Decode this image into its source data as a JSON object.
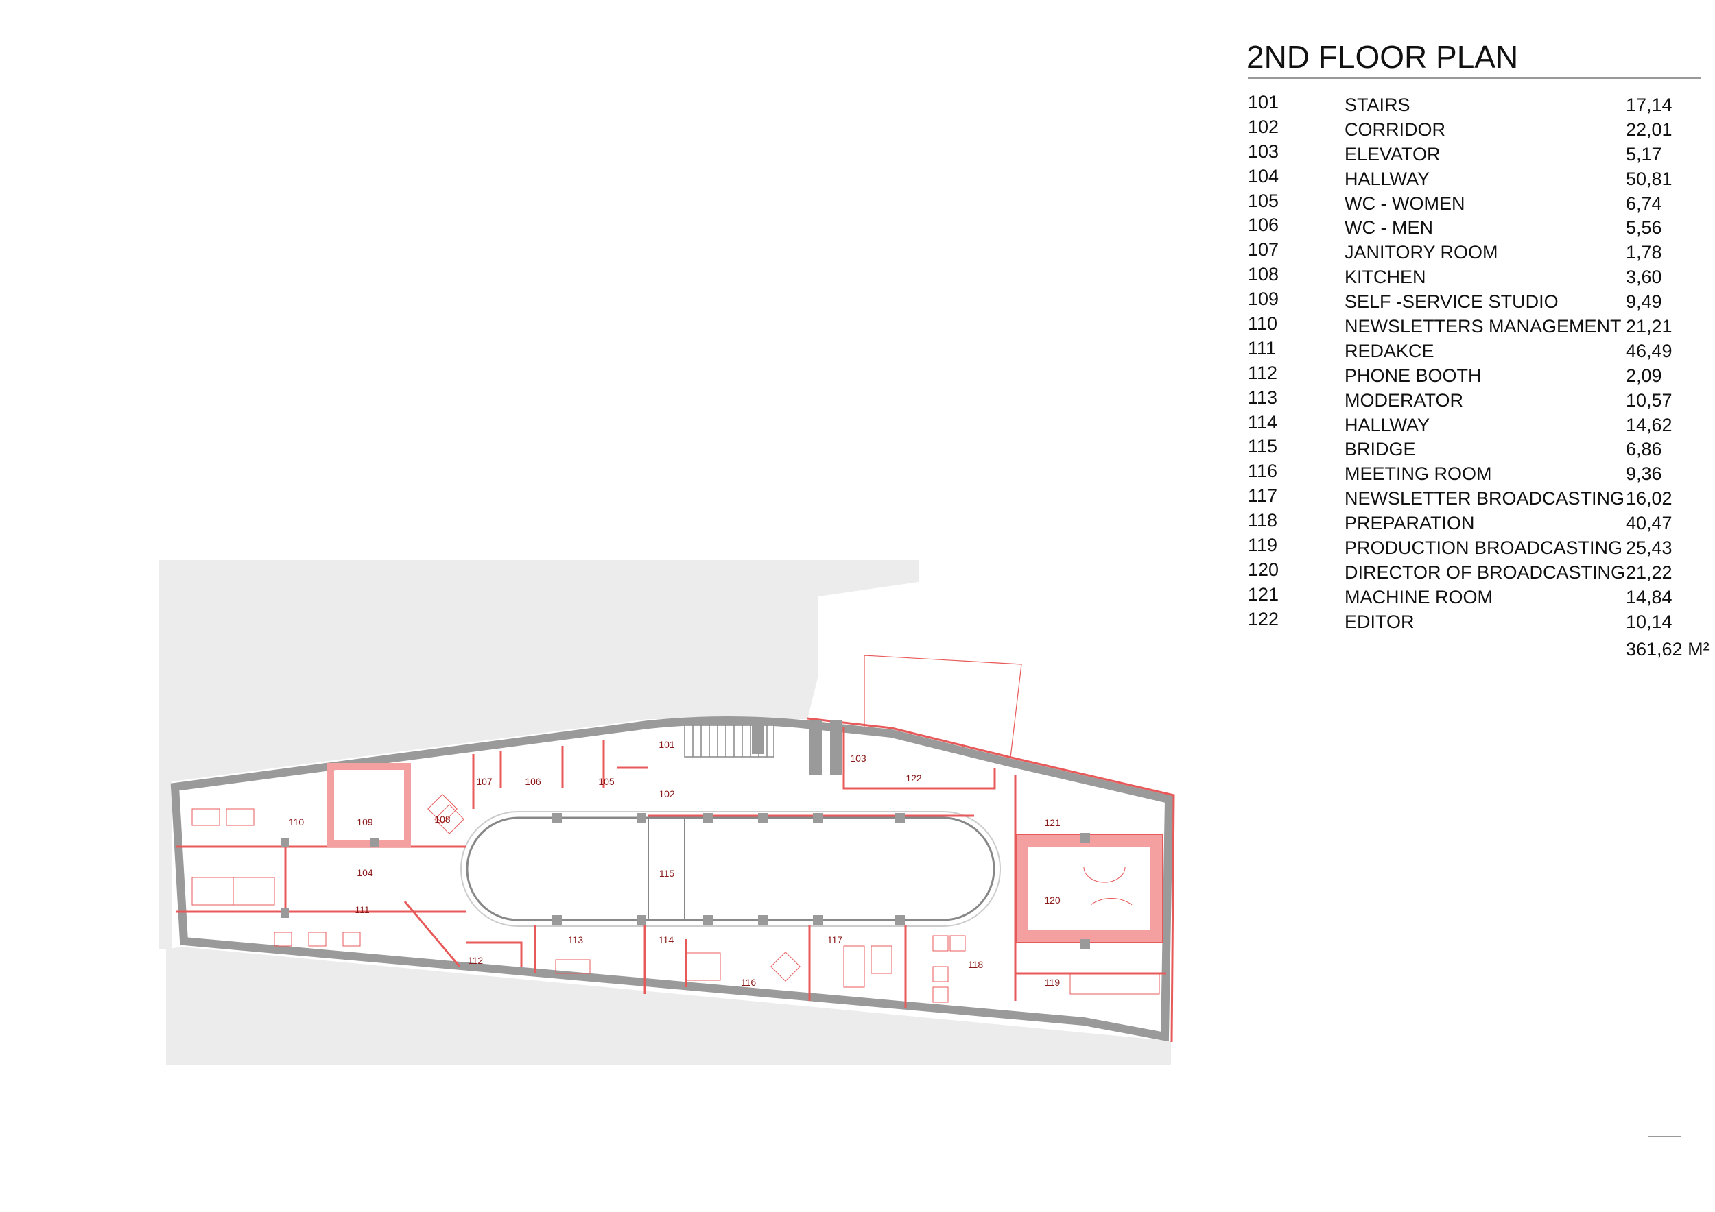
{
  "title": "2ND FLOOR PLAN",
  "rooms": [
    {
      "number": "101",
      "name": "STAIRS",
      "area": "17,14"
    },
    {
      "number": "102",
      "name": "CORRIDOR",
      "area": "22,01"
    },
    {
      "number": "103",
      "name": "ELEVATOR",
      "area": "5,17"
    },
    {
      "number": "104",
      "name": "HALLWAY",
      "area": "50,81"
    },
    {
      "number": "105",
      "name": "WC - WOMEN",
      "area": "6,74"
    },
    {
      "number": "106",
      "name": "WC - MEN",
      "area": "5,56"
    },
    {
      "number": "107",
      "name": "JANITORY ROOM",
      "area": "1,78"
    },
    {
      "number": "108",
      "name": "KITCHEN",
      "area": "3,60"
    },
    {
      "number": "109",
      "name": "SELF -SERVICE STUDIO",
      "area": "9,49"
    },
    {
      "number": "110",
      "name": "NEWSLETTERS MANAGEMENT",
      "area": "21,21"
    },
    {
      "number": "111",
      "name": "REDAKCE",
      "area": "46,49"
    },
    {
      "number": "112",
      "name": "PHONE BOOTH",
      "area": "2,09"
    },
    {
      "number": "113",
      "name": "MODERATOR",
      "area": "10,57"
    },
    {
      "number": "114",
      "name": "HALLWAY",
      "area": "14,62"
    },
    {
      "number": "115",
      "name": "BRIDGE",
      "area": "6,86"
    },
    {
      "number": "116",
      "name": "MEETING ROOM",
      "area": "9,36"
    },
    {
      "number": "117",
      "name": "NEWSLETTER BROADCASTING",
      "area": "16,02"
    },
    {
      "number": "118",
      "name": "PREPARATION",
      "area": "40,47"
    },
    {
      "number": "119",
      "name": "PRODUCTION BROADCASTING",
      "area": "25,43"
    },
    {
      "number": "120",
      "name": "DIRECTOR OF BROADCASTING",
      "area": "21,22"
    },
    {
      "number": "121",
      "name": "MACHINE ROOM",
      "area": "14,84"
    },
    {
      "number": "122",
      "name": "EDITOR",
      "area": "10,14"
    }
  ],
  "total_area": "361,62 M²",
  "colors": {
    "wall": "#9a9a9a",
    "accent": "#e85a5a",
    "accent_fill": "#f4a0a0",
    "context": "#ececec"
  }
}
